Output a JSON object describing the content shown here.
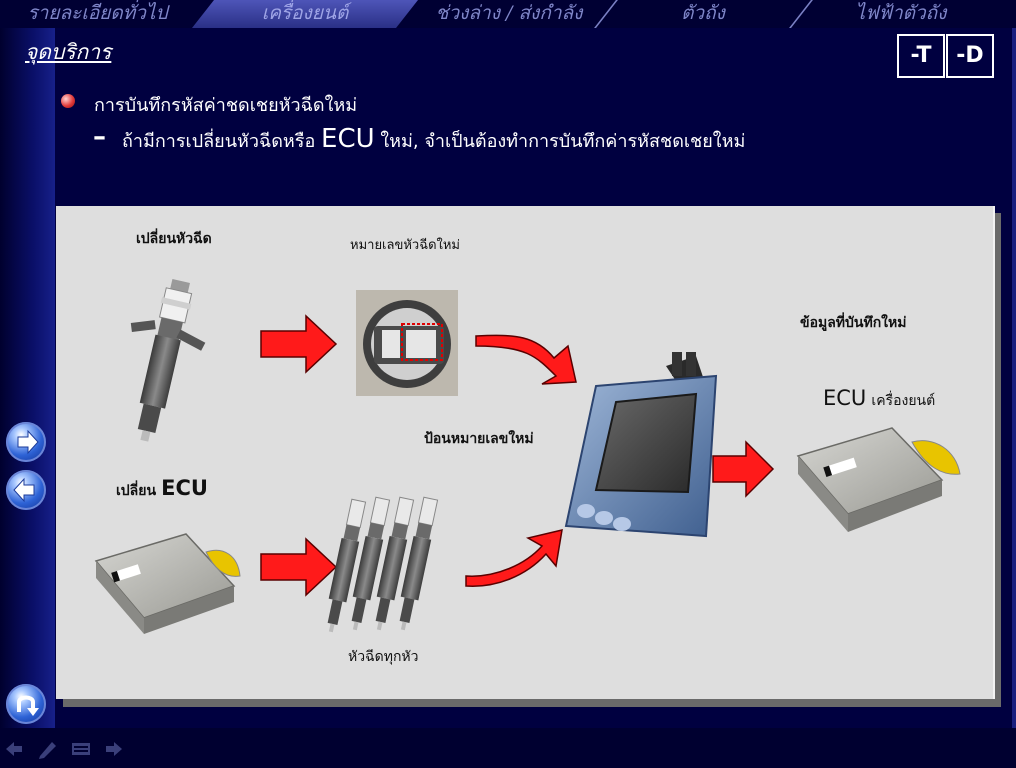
{
  "top_tabs": [
    {
      "label": "รายละเอียดทั่วไป",
      "active": false
    },
    {
      "label": "เครื่องยนต์",
      "active": true
    },
    {
      "label": "ช่วงล่าง / ส่งกำลัง",
      "active": false
    },
    {
      "label": "ตัวถัง",
      "active": false
    },
    {
      "label": "ไฟฟ้าตัวถัง",
      "active": false
    }
  ],
  "section_title": "จุดบริการ",
  "buttons": {
    "minus_t": "-T",
    "minus_d": "-D"
  },
  "bullet": {
    "heading": "การบันทึกรหัสค่าชดเชยหัวฉีดใหม่",
    "sub_dash": "–",
    "sub_pre": "ถ้ามีการเปลี่ยนหัวฉีดหรือ",
    "sub_ecu": "ECU",
    "sub_post": "ใหม่, จำเป็นต้องทำการบันทึกค่ารหัสชดเชยใหม่"
  },
  "diagram": {
    "replace_injector": "เปลี่ยนหัวฉีด",
    "new_injector_number": "หมายเลขหัวฉีดใหม่",
    "newly_saved_data": "ข้อมูลที่บันทึกใหม่",
    "input_new_number": "ป้อนหมายเลขใหม่",
    "replace_pre": "เปลี่ยน",
    "replace_ecu": "ECU",
    "engine_ecu_pre": "ECU",
    "engine_ecu_post": "เครื่องยนต์",
    "all_injectors": "หัวฉีดทุกหัว"
  },
  "nav": {
    "next_icon": "arrow-right-icon",
    "back_icon": "arrow-left-icon",
    "return_icon": "return-icon"
  },
  "colors": {
    "background": "#000040",
    "panel": "#dedede",
    "arrow_red": "#ff1a1a",
    "tab_active": "#3d43a8"
  }
}
